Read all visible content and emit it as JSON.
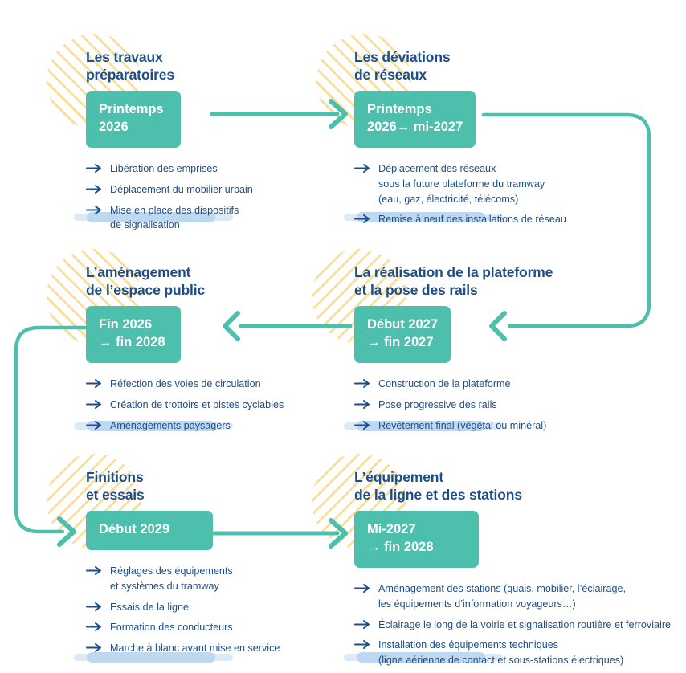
{
  "theme": {
    "teal": "#4CC0AD",
    "navy": "#1F4E87",
    "hatch_yellow": "#F7D98B",
    "brush_blue": "#BBD6EF",
    "background": "#FFFFFF"
  },
  "blocks": [
    {
      "id": "travaux-preparatoires",
      "title": "Les travaux\npréparatoires",
      "badge": "Printemps\n2026",
      "items": [
        "Libération des emprises",
        "Déplacement du mobilier urbain",
        "Mise en place des dispositifs\nde signalisation"
      ]
    },
    {
      "id": "deviations-reseaux",
      "title": "Les déviations\nde réseaux",
      "badge": "Printemps\n2026→  mi-2027",
      "items": [
        "Déplacement des réseaux\nsous la future plateforme du tramway\n(eau, gaz, électricité, télécoms)",
        "Remise à neuf des installations de réseau"
      ]
    },
    {
      "id": "amenagement-espace-public",
      "title": "L’aménagement\nde l’espace public",
      "badge": "Fin 2026\n→  fin 2028",
      "items": [
        "Réfection des voies de circulation",
        "Création de trottoirs et pistes cyclables",
        "Aménagements paysagers"
      ]
    },
    {
      "id": "realisation-plateforme",
      "title": "La réalisation de la plateforme\net la pose des rails",
      "badge": "Début 2027\n→  fin 2027",
      "items": [
        "Construction de la plateforme",
        "Pose progressive des rails",
        "Revêtement final (végétal ou minéral)"
      ]
    },
    {
      "id": "finitions-essais",
      "title": "Finitions\net essais",
      "badge": "Début 2029",
      "items": [
        "Réglages des équipements\net systèmes du tramway",
        "Essais de la ligne",
        "Formation des conducteurs",
        "Marche à blanc avant mise en service"
      ]
    },
    {
      "id": "equipement-ligne-stations",
      "title": "L’équipement\nde la ligne et des stations",
      "badge": "Mi-2027\n→  fin 2028",
      "items": [
        "Aménagement des stations (quais, mobilier, l’éclairage,\nles équipements d’information voyageurs…)",
        "Éclairage le long de la voirie et signalisation routière et ferroviaire",
        "Installation des équipements techniques\n(ligne aérienne de contact et sous-stations électriques)"
      ]
    }
  ],
  "icons": {
    "bullet": "arrow-right-icon",
    "connector": "flow-arrow-icon",
    "hatch": "hatched-circle-decoration",
    "brush": "brush-stroke-decoration"
  }
}
